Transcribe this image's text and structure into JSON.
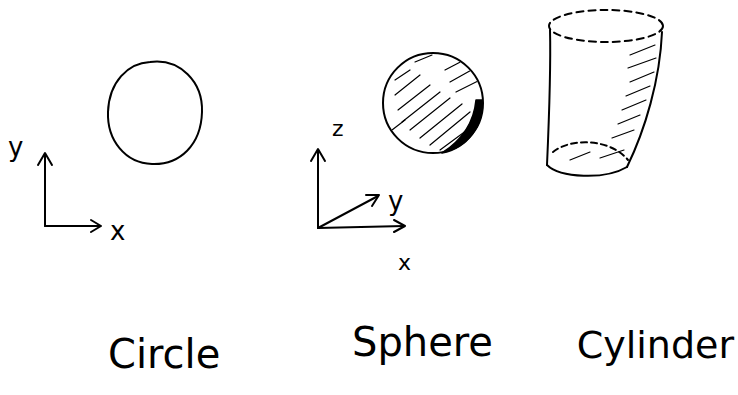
{
  "diagram": {
    "labels": [
      "y",
      "x",
      "z",
      "y",
      "x",
      "Circle",
      "Sphere",
      "Cylinder"
    ]
  }
}
